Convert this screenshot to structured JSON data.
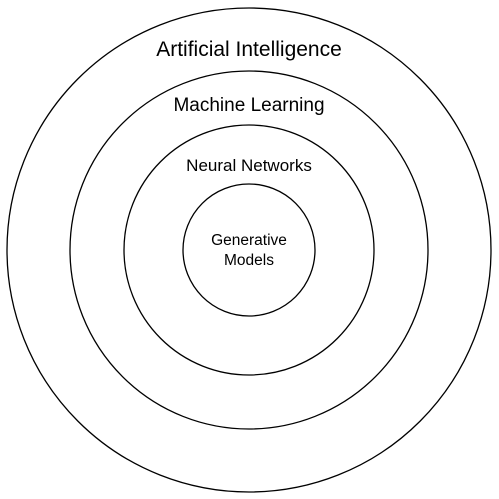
{
  "diagram": {
    "layers": [
      {
        "label": "Artificial Intelligence"
      },
      {
        "label": "Machine Learning"
      },
      {
        "label": "Neural Networks"
      },
      {
        "label_lines": [
          "Generative",
          "Models"
        ]
      }
    ],
    "colors": {
      "stroke": "#000000",
      "text": "#000000",
      "background": "#ffffff"
    }
  }
}
